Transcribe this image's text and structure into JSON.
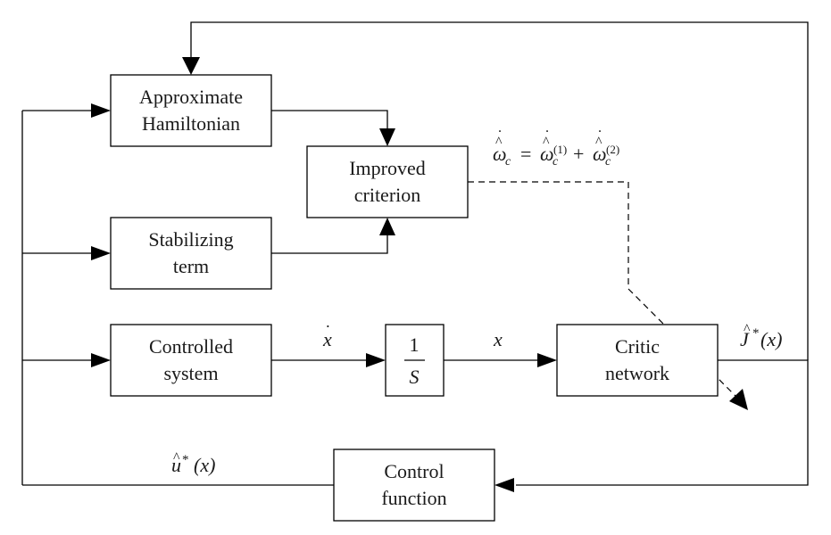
{
  "diagram": {
    "blocks": {
      "approx_hamiltonian": {
        "lines": [
          "Approximate",
          "Hamiltonian"
        ]
      },
      "improved_criterion": {
        "lines": [
          "Improved",
          "criterion"
        ]
      },
      "stabilizing_term": {
        "lines": [
          "Stabilizing",
          "term"
        ]
      },
      "controlled_system": {
        "lines": [
          "Controlled",
          "system"
        ]
      },
      "integrator": {
        "numerator": "1",
        "denominator": "S"
      },
      "critic_network": {
        "lines": [
          "Critic",
          "network"
        ]
      },
      "control_function": {
        "lines": [
          "Control",
          "function"
        ]
      }
    },
    "signals": {
      "x_dot": {
        "symbol": "x",
        "accent": "˙"
      },
      "x": {
        "symbol": "x"
      },
      "j_hat_star": {
        "symbol": "J",
        "accent": "^",
        "superscript": "*",
        "argument": "(x)"
      },
      "u_hat_star": {
        "symbol": "u",
        "accent": "^",
        "superscript": "*",
        "argument": "(x)"
      },
      "weight_update": {
        "lhs": "ω",
        "lhs_sub": "c",
        "equals": "=",
        "term1": "ω",
        "term1_sub": "c",
        "term1_sup": "(1)",
        "plus": "+",
        "term2": "ω",
        "term2_sub": "c",
        "term2_sup": "(2)",
        "accent_hat": "^",
        "accent_dot": "˙"
      }
    }
  }
}
